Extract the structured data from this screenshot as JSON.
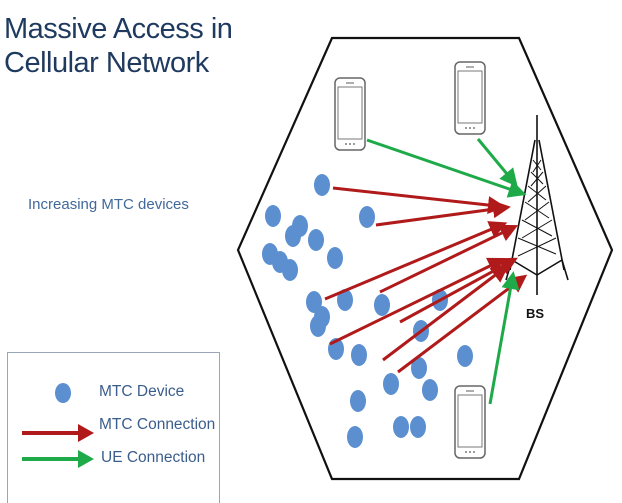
{
  "title": {
    "line1": "Massive Access in",
    "line2": "Cellular Network"
  },
  "subtitle": "Increasing MTC devices",
  "legend": {
    "device_label": "MTC Device",
    "mtc_label": "MTC Connection",
    "ue_label": "UE Connection"
  },
  "diagram": {
    "bs_label": "BS",
    "colors": {
      "mtc_device": "#5b8fd0",
      "mtc_connection": "#b01a1a",
      "ue_connection": "#1faa4a",
      "cell": "#111111"
    },
    "mtc_device_count": 27,
    "mtc_connection_count": 8,
    "ue_connection_count": 3,
    "ue_device_count": 3
  }
}
